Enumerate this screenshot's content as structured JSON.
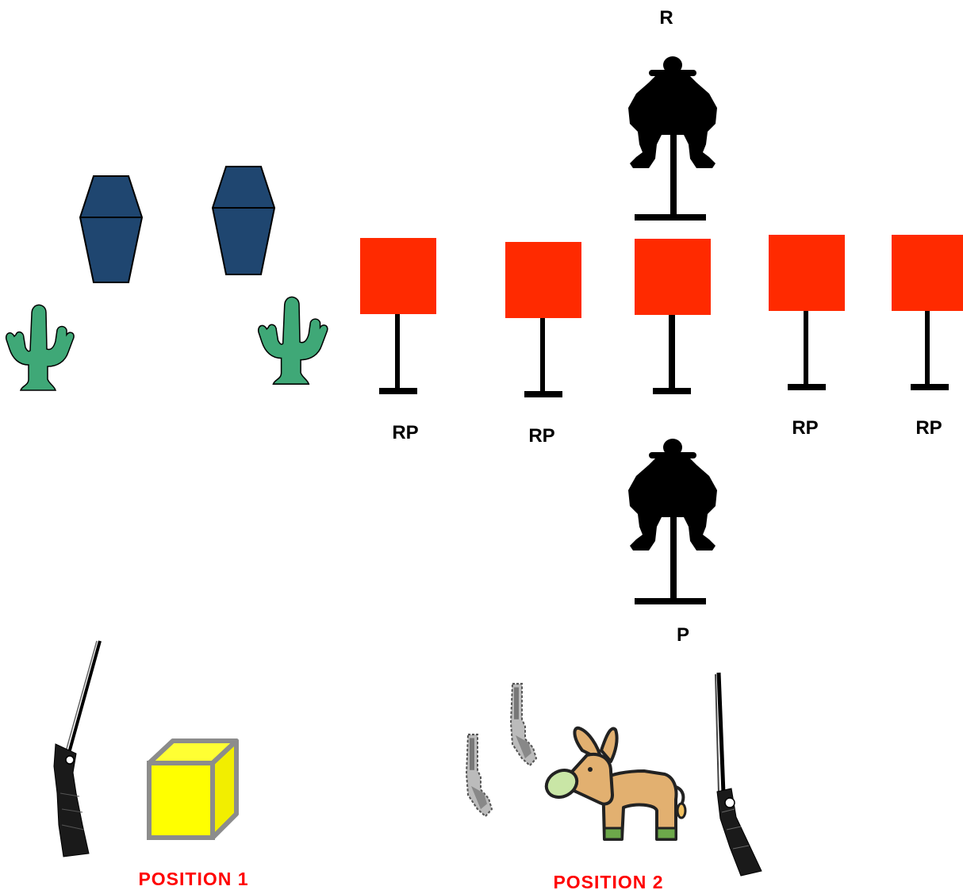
{
  "labels": {
    "top_target": "R",
    "bottom_target": "P",
    "rp_1": "RP",
    "rp_2": "RP",
    "rp_4": "RP",
    "rp_5": "RP"
  },
  "positions": {
    "position_1": "POSITION 1",
    "position_2": "POSITION 2"
  },
  "colors": {
    "plate": "#ff2a00",
    "coffin": "#1f4670",
    "cactus": "#3fa877",
    "box_face": "#ffff00",
    "box_edge": "#8c8c8c",
    "position_label": "#ff0000",
    "donkey": "#e2b070",
    "donkey_nose": "#c9e6a6",
    "donkey_hoof": "#6da84a"
  },
  "icons": [
    "coffin-icon",
    "cactus-icon",
    "plate-target-icon",
    "silhouette-target-icon",
    "shotgun-icon",
    "box-icon",
    "pistol-icon",
    "donkey-icon",
    "rifle-icon"
  ]
}
